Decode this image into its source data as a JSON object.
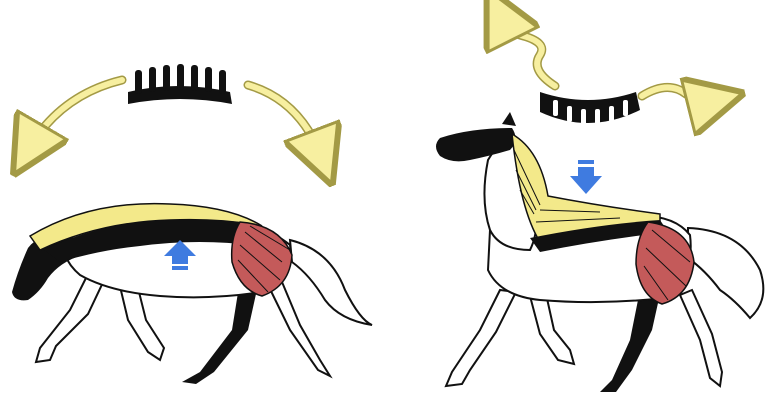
{
  "diagram": {
    "panels": [
      {
        "id": "rounded-back",
        "posture": "head-low",
        "spine_curve": "convex",
        "arrows": [
          "yellow-curved-arrow-left",
          "yellow-curved-arrow-right"
        ],
        "vertical_arrow": "up"
      },
      {
        "id": "hollow-back",
        "posture": "head-high",
        "spine_curve": "concave",
        "arrows": [
          "yellow-wavy-arrow-up-left",
          "yellow-wavy-arrow-right"
        ],
        "vertical_arrow": "down"
      }
    ],
    "colors": {
      "outline": "#111111",
      "ligament": "#f3e98a",
      "arrow_fill": "#f7efa0",
      "arrow_stroke": "#a39a45",
      "muscle": "#c45a5a",
      "body": "#ffffff",
      "blue_arrow": "#3f7be0"
    }
  }
}
